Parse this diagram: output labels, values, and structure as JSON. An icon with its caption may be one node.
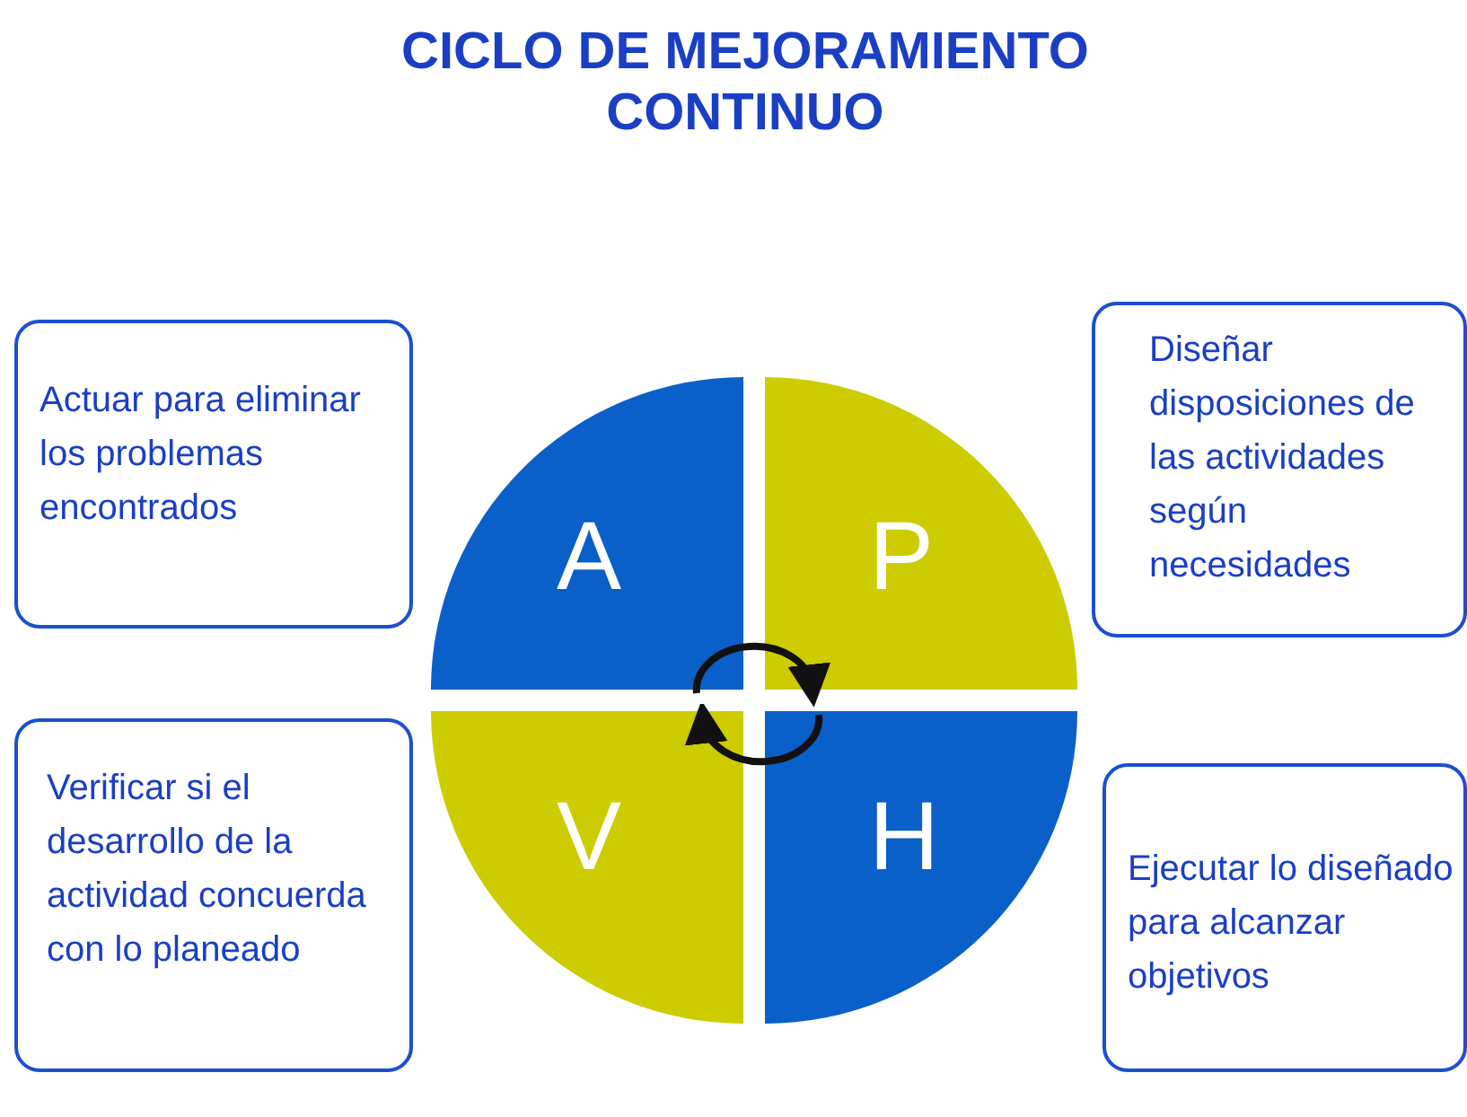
{
  "diagram": {
    "title": "CICLO DE MEJORAMIENTO CONTINUO",
    "nodes": [
      {
        "text": [
          "Actuar para eliminar los problemas encontrados"
        ]
      },
      {
        "text": [
          "A"
        ]
      },
      {
        "text": [
          "P"
        ]
      },
      {
        "text": [
          "Diseñar disposiciones de las actividades según necesidades"
        ]
      },
      {
        "text": [
          "Verificar si el desarrollo de la actividad concuerda con lo planeado"
        ]
      },
      {
        "text": [
          "V"
        ]
      },
      {
        "text": [
          "H"
        ]
      },
      {
        "text": [
          "Ejecutar lo diseñado para alcanzar objetivos"
        ]
      }
    ],
    "edges": [
      {
        "from": 1,
        "to": 2,
        "arrow": "to"
      },
      {
        "from": 6,
        "to": 5,
        "arrow": "to"
      }
    ]
  }
}
